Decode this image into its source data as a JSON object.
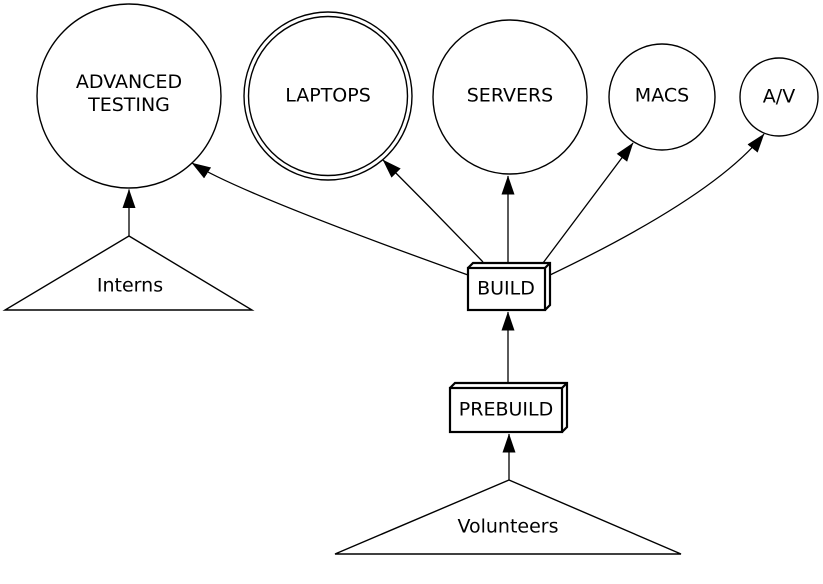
{
  "diagram": {
    "type": "directed-graph",
    "background_color": "#ffffff",
    "stroke_color": "#000000",
    "text_color": "#000000",
    "nodes": {
      "advanced_testing": {
        "label": "ADVANCED\nTESTING",
        "shape": "circle"
      },
      "laptops": {
        "label": "LAPTOPS",
        "shape": "double-circle"
      },
      "servers": {
        "label": "SERVERS",
        "shape": "circle"
      },
      "macs": {
        "label": "MACS",
        "shape": "circle"
      },
      "av": {
        "label": "A/V",
        "shape": "circle"
      },
      "interns": {
        "label": "Interns",
        "shape": "triangle"
      },
      "volunteers": {
        "label": "Volunteers",
        "shape": "triangle"
      },
      "build": {
        "label": "BUILD",
        "shape": "box3d"
      },
      "prebuild": {
        "label": "PREBUILD",
        "shape": "box3d"
      }
    },
    "edges": [
      {
        "from": "interns",
        "to": "advanced_testing"
      },
      {
        "from": "volunteers",
        "to": "prebuild"
      },
      {
        "from": "prebuild",
        "to": "build"
      },
      {
        "from": "build",
        "to": "advanced_testing"
      },
      {
        "from": "build",
        "to": "laptops"
      },
      {
        "from": "build",
        "to": "servers"
      },
      {
        "from": "build",
        "to": "macs"
      },
      {
        "from": "build",
        "to": "av"
      }
    ]
  }
}
